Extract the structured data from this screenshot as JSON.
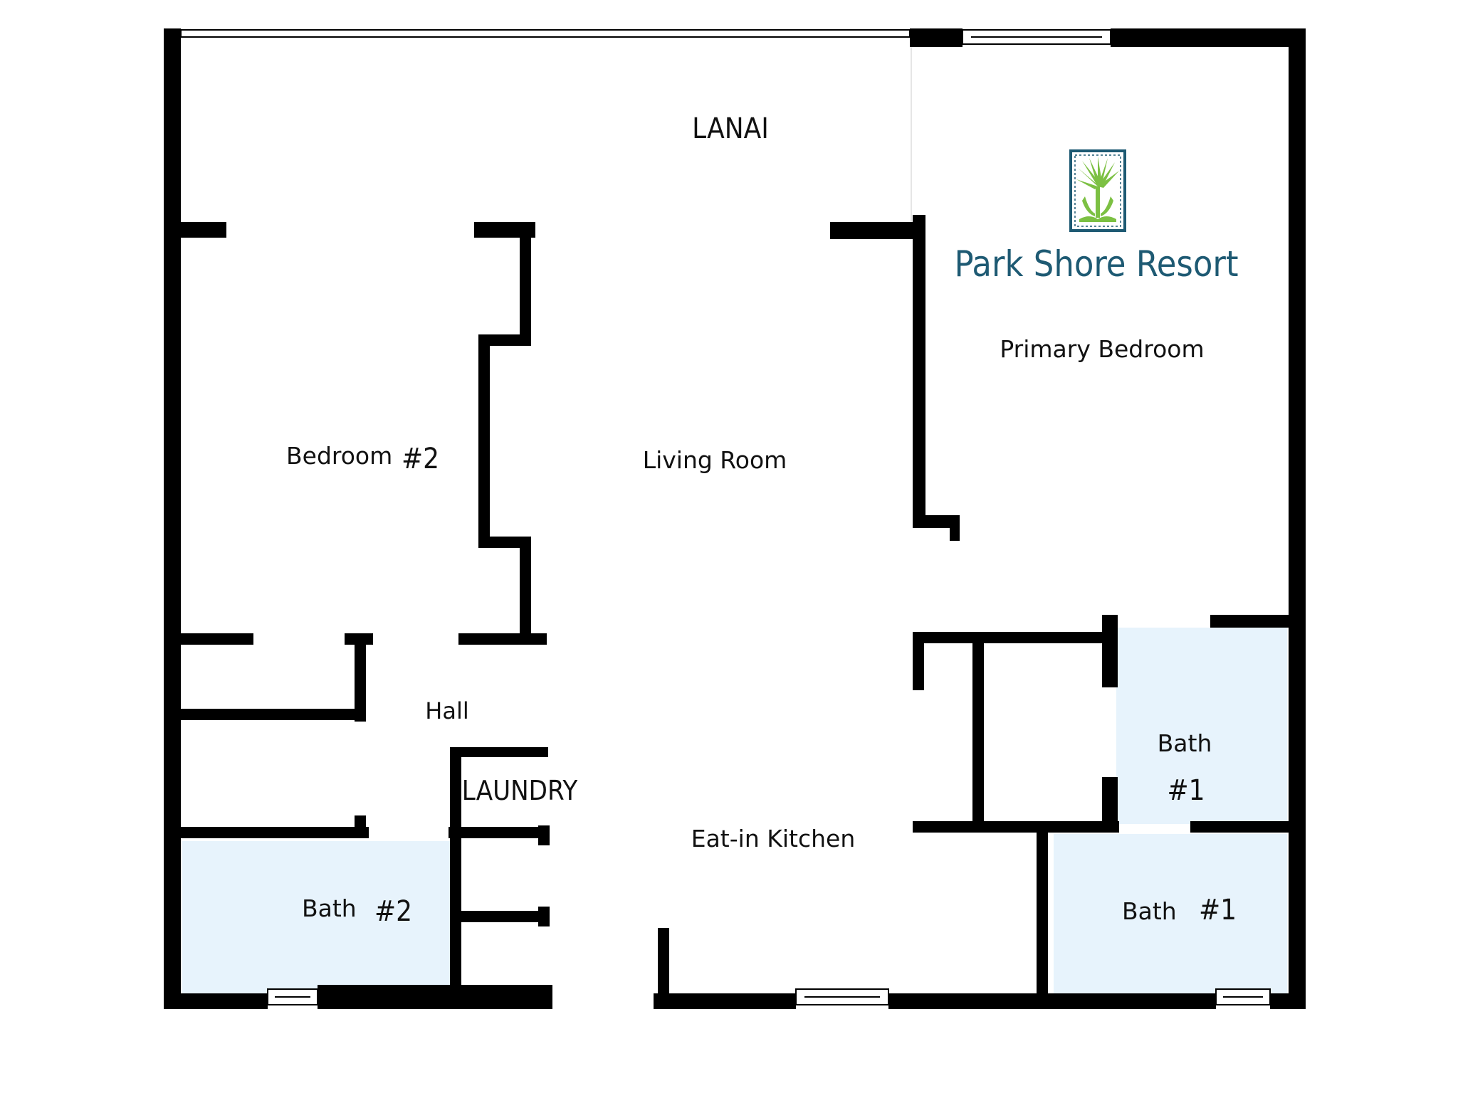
{
  "colors": {
    "wall": "#000000",
    "bath_fill": "#e7f3fc",
    "brand_teal": "#1e5a73",
    "brand_green": "#7cc043"
  },
  "brand": {
    "name": "Park Shore Resort",
    "logo_icon": "palm-tree-logo-icon"
  },
  "rooms": {
    "lanai": "LANAI",
    "primary_bedroom": "Primary Bedroom",
    "bedroom2_word": "Bedroom",
    "bedroom2_num": "#2",
    "living_room": "Living Room",
    "hall": "Hall",
    "laundry": "LAUNDRY",
    "kitchen": "Eat-in Kitchen",
    "bath_word": "Bath",
    "bath1_num": "#1",
    "bath2_num": "#2"
  }
}
